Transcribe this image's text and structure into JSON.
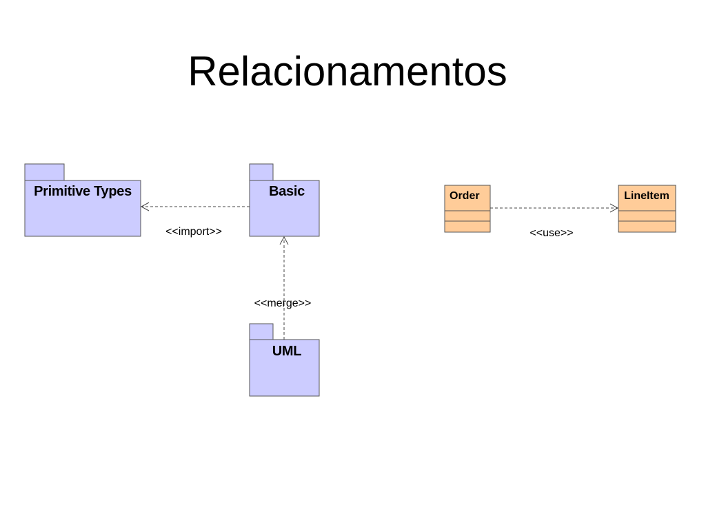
{
  "slide": {
    "title": "Relacionamentos"
  },
  "packages": {
    "primitive_types": {
      "name": "Primitive Types"
    },
    "basic": {
      "name": "Basic"
    },
    "uml": {
      "name": "UML"
    }
  },
  "classes": {
    "order": {
      "name": "Order"
    },
    "lineitem": {
      "name": "LineItem"
    }
  },
  "relationships": {
    "import": {
      "stereotype": "<<import>>",
      "from": "Basic",
      "to": "Primitive Types"
    },
    "merge": {
      "stereotype": "<<merge>>",
      "from": "UML",
      "to": "Basic"
    },
    "use": {
      "stereotype": "<<use>>",
      "from": "Order",
      "to": "LineItem"
    }
  },
  "colors": {
    "package_fill": "#ccccff",
    "class_fill": "#ffcc99",
    "outline": "#555555",
    "connector": "#444444"
  }
}
